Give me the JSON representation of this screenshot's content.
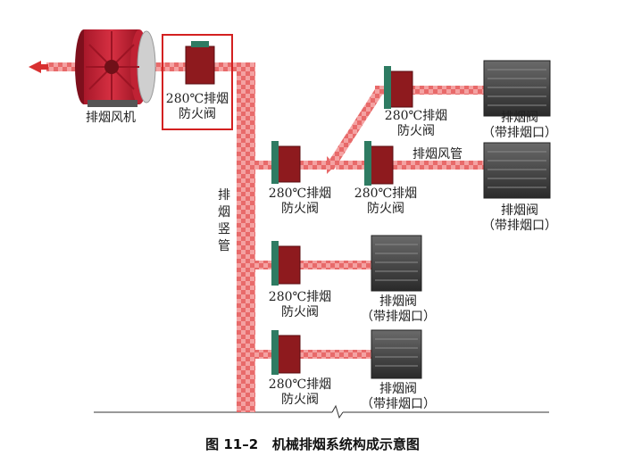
{
  "diagram": {
    "fan_label": "排烟风机",
    "riser_label_chars": [
      "排",
      "烟",
      "竖",
      "管"
    ],
    "duct_label": "排烟风管",
    "damper_label_line1": "280℃排烟",
    "damper_label_line2": "防火阀",
    "vent_label_line1": "排烟阀",
    "vent_label_line2": "（带排烟口）"
  },
  "caption": {
    "number": "图 11–2",
    "title": "机械排烟系统构成示意图"
  },
  "colors": {
    "duct": "#e46060",
    "damper_body": "#8e1a1e",
    "damper_frame": "#2e7b62",
    "highlight_box": "#d32020",
    "vent_grille": "#3c3c3c"
  }
}
